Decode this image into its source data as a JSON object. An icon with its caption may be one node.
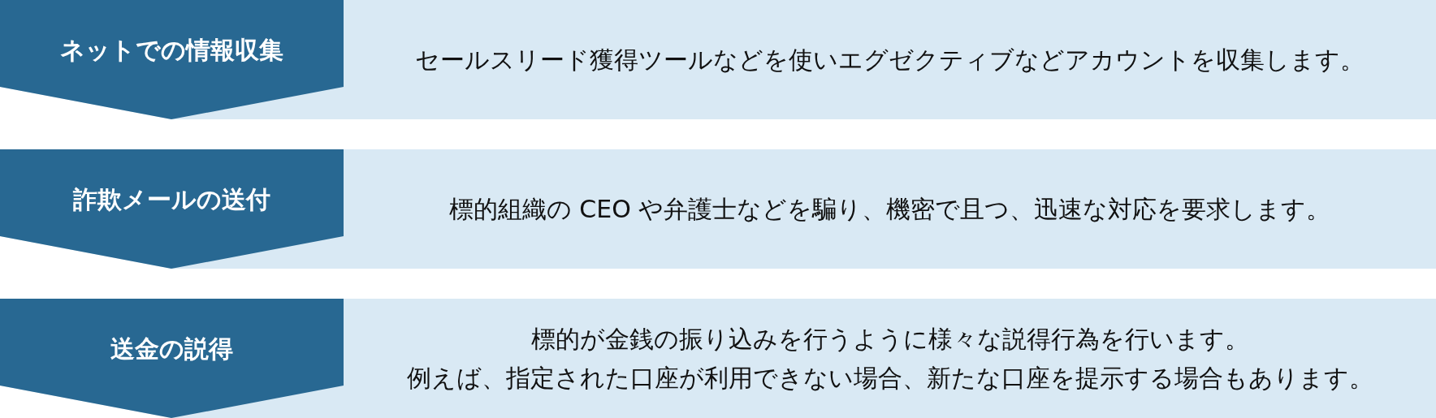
{
  "diagram": {
    "nodes": [
      {
        "text": [
          "ネットでの情報収集",
          "セールスリード獲得ツールなどを使いエグゼクティブなどアカウントを収集します。"
        ]
      },
      {
        "text": [
          "詐欺メールの送付",
          "標的組織の CEO や弁護士などを騙り、機密で且つ、迅速な対応を要求します。"
        ]
      },
      {
        "text": [
          "送金の説得",
          "標的が金銭の振り込みを行うように様々な説得行為を行います。",
          "例えば、指定された口座が利用できない場合、新たな口座を提示する場合もあります。"
        ]
      }
    ]
  }
}
